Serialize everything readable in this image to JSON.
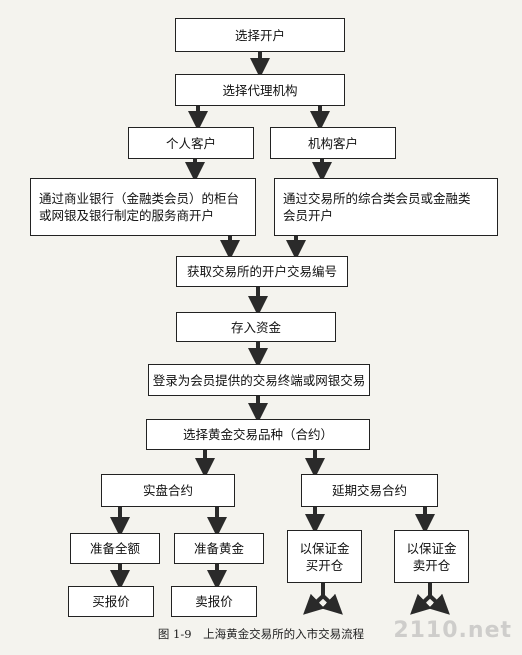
{
  "nodes": {
    "select_account": "选择开户",
    "select_agency": "选择代理机构",
    "individual": "个人客户",
    "institution": "机构客户",
    "individual_path": [
      "通过商业银行（金融类会员）的柜台",
      "或网银及银行制定的服务商开户"
    ],
    "institution_path": [
      "通过交易所的综合类会员或金融类",
      "会员开户"
    ],
    "get_number": "获取交易所的开户交易编号",
    "deposit": "存入资金",
    "login": "登录为会员提供的交易终端或网银交易",
    "select_variety": "选择黄金交易品种（合约）",
    "spot": "实盘合约",
    "deferred": "延期交易合约",
    "prepare_amount": "准备全额",
    "prepare_gold": "准备黄金",
    "margin_buy": [
      "以保证金",
      "买开仓"
    ],
    "margin_sell": [
      "以保证金",
      "卖开仓"
    ],
    "buy_quote": "买报价",
    "sell_quote": "卖报价"
  },
  "caption": "图 1-9　上海黄金交易所的入市交易流程",
  "watermark": "2110.net"
}
